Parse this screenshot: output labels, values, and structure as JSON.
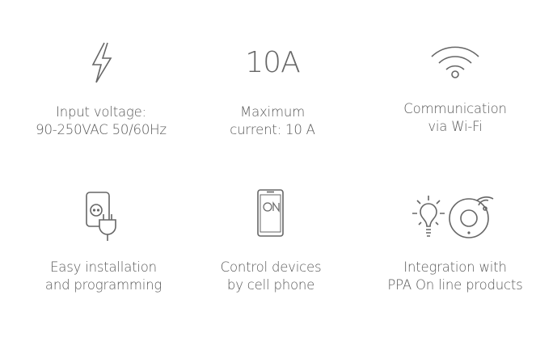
{
  "features": [
    {
      "icon": "lightning-icon",
      "lines": [
        "Input voltage:",
        "90-250VAC 50/60Hz"
      ]
    },
    {
      "icon": "current-label",
      "big": "10A",
      "lines": [
        "Maximum",
        "current: 10 A"
      ]
    },
    {
      "icon": "wifi-icon",
      "lines": [
        "Communication",
        "via Wi-Fi"
      ]
    },
    {
      "icon": "socket-plug-icon",
      "lines": [
        "Easy installation",
        "and programming"
      ]
    },
    {
      "icon": "phone-icon",
      "lines": [
        "Control devices",
        "by cell phone"
      ]
    },
    {
      "icon": "bulb-device-icon",
      "lines": [
        "Integration with",
        "PPA On line products"
      ]
    }
  ]
}
